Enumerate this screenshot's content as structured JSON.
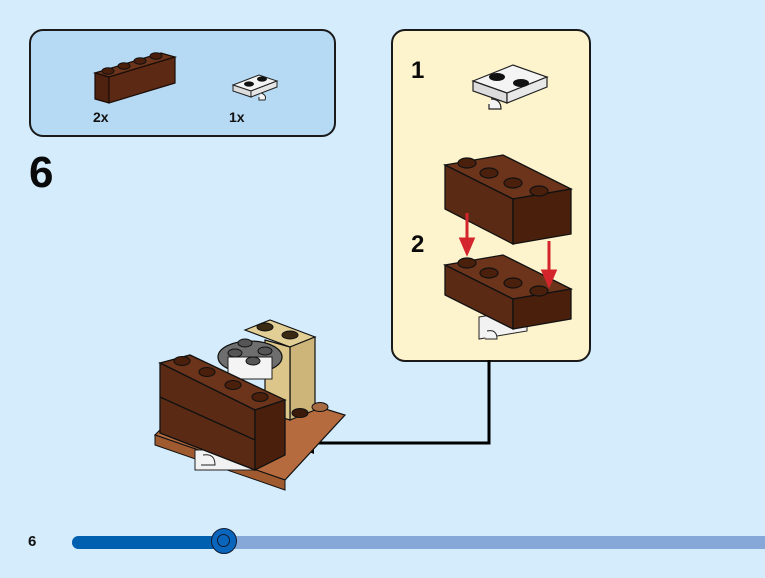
{
  "parts_list": {
    "items": [
      {
        "name": "brick 1x4",
        "color": "reddish-brown",
        "quantity": "2x"
      },
      {
        "name": "plate 1x2 with clip",
        "color": "white",
        "quantity": "1x"
      }
    ]
  },
  "step": {
    "number": "6"
  },
  "sub_assembly": {
    "steps": [
      {
        "label": "1",
        "description": "white plate with clip"
      },
      {
        "label": "2",
        "description": "stack two 1x4 brown bricks"
      }
    ]
  },
  "footer": {
    "page_number": "6",
    "progress_percent": 22
  },
  "colors": {
    "background": "#d4ecfb",
    "parts_box": "#b6daf4",
    "sub_box": "#fdf3cc",
    "brick_brown": "#5a2a14",
    "arrow_red": "#d4242c",
    "progress_fill": "#0060b0",
    "progress_track": "#85a8d8"
  }
}
